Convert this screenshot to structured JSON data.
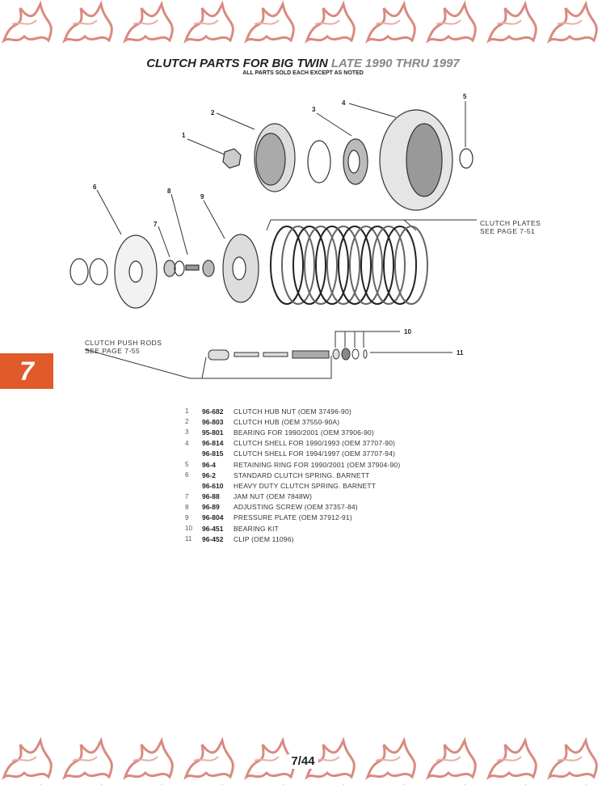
{
  "title": {
    "main": "CLUTCH PARTS FOR BIG TWIN",
    "sub": "LATE 1990 THRU 1997",
    "note": "ALL PARTS SOLD EACH EXCEPT AS NOTED"
  },
  "diagram": {
    "callout_numbers": [
      "1",
      "2",
      "3",
      "4",
      "5",
      "6",
      "7",
      "8",
      "9",
      "10",
      "11"
    ],
    "clutch_plates": [
      "CLUTCH PLATES",
      "SEE PAGE 7-51"
    ],
    "push_rods": [
      "CLUTCH PUSH RODS",
      "SEE PAGE 7-55"
    ]
  },
  "section_tab": "7",
  "parts": [
    {
      "i": "1",
      "pn": "96-682",
      "d": "CLUTCH HUB NUT (OEM 37496-90)"
    },
    {
      "i": "2",
      "pn": "96-803",
      "d": "CLUTCH HUB (OEM 37550-90A)"
    },
    {
      "i": "3",
      "pn": "95-801",
      "d": "BEARING FOR 1990/2001 (OEM 37906-90)"
    },
    {
      "i": "4",
      "pn": "96-814",
      "d": "CLUTCH SHELL FOR 1990/1993 (OEM 37707-90)"
    },
    {
      "i": "",
      "pn": "96-815",
      "d": "CLUTCH SHELL FOR 1994/1997 (OEM 37707-94)"
    },
    {
      "i": "5",
      "pn": "96-4",
      "d": "RETAINING RING FOR 1990/2001 (OEM 37904-90)"
    },
    {
      "i": "6",
      "pn": "96-2",
      "d": "STANDARD CLUTCH SPRING. BARNETT"
    },
    {
      "i": "",
      "pn": "96-610",
      "d": "HEAVY DUTY CLUTCH SPRING. BARNETT"
    },
    {
      "i": "7",
      "pn": "96-88",
      "d": "JAM NUT (OEM 7848W)"
    },
    {
      "i": "8",
      "pn": "96-89",
      "d": "ADJUSTING SCREW (OEM 37357-84)"
    },
    {
      "i": "9",
      "pn": "96-804",
      "d": "PRESSURE PLATE (OEM 37912-91)"
    },
    {
      "i": "10",
      "pn": "96-451",
      "d": "BEARING KIT"
    },
    {
      "i": "11",
      "pn": "96-452",
      "d": "CLIP (OEM 11096)"
    }
  ],
  "page_number": "7/44",
  "colors": {
    "accent": "#e05a2b",
    "flame": "#d98a80"
  }
}
